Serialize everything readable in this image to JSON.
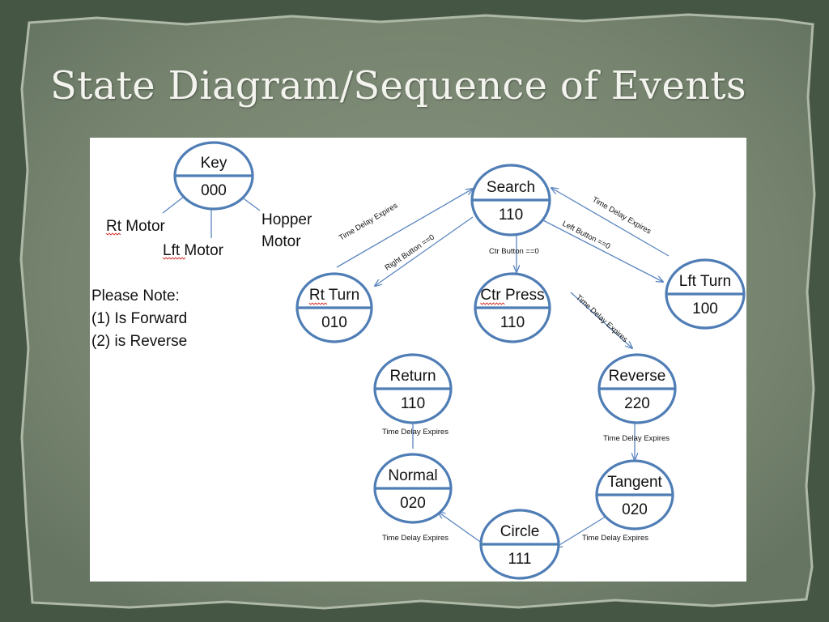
{
  "slide": {
    "title": "State Diagram/Sequence of Events"
  },
  "diagram": {
    "states": [
      {
        "id": "key",
        "name": "Key",
        "code": "000"
      },
      {
        "id": "search",
        "name": "Search",
        "code": "110"
      },
      {
        "id": "rt-turn",
        "name": "Rt Turn",
        "code": "010"
      },
      {
        "id": "ctr-press",
        "name": "Ctr Press",
        "code": "110"
      },
      {
        "id": "lft-turn",
        "name": "Lft Turn",
        "code": "100"
      },
      {
        "id": "return",
        "name": "Return",
        "code": "110"
      },
      {
        "id": "reverse",
        "name": "Reverse",
        "code": "220"
      },
      {
        "id": "normal",
        "name": "Normal",
        "code": "020"
      },
      {
        "id": "tangent",
        "name": "Tangent",
        "code": "020"
      },
      {
        "id": "circle",
        "name": "Circle",
        "code": "111"
      }
    ],
    "key_labels": {
      "rt_motor": "Rt Motor",
      "lft_motor": "Lft Motor",
      "hopper": "Hopper",
      "motor": "Motor"
    },
    "note_lines": [
      "Please Note:",
      "(1) Is Forward",
      "(2) is Reverse"
    ],
    "transitions": [
      {
        "from": "rt-turn",
        "to": "search",
        "label": "Time Delay Expires"
      },
      {
        "from": "search",
        "to": "rt-turn",
        "label": "Right Button ==0"
      },
      {
        "from": "search",
        "to": "ctr-press",
        "label": "Ctr Button ==0"
      },
      {
        "from": "search",
        "to": "lft-turn",
        "label": "Left Button ==0"
      },
      {
        "from": "lft-turn",
        "to": "search",
        "label": "Time Delay Expires"
      },
      {
        "from": "ctr-press",
        "to": "reverse",
        "label": "Time Delay Expires"
      },
      {
        "from": "reverse",
        "to": "tangent",
        "label": "Time Delay Expires"
      },
      {
        "from": "tangent",
        "to": "circle",
        "label": "Time Delay Expires"
      },
      {
        "from": "circle",
        "to": "normal",
        "label": "Time Delay Expires"
      },
      {
        "from": "normal",
        "to": "return",
        "label": "Time Delay Expires"
      }
    ]
  }
}
